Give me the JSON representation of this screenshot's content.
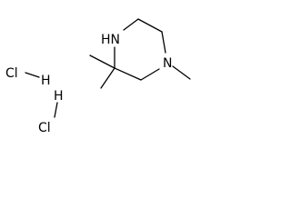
{
  "molecule": {
    "ring_atoms": {
      "nh": "HN",
      "n": "N"
    },
    "salt": {
      "hcl_1": {
        "cl": "Cl",
        "h": "H"
      },
      "hcl_2": {
        "cl": "Cl",
        "h": "H"
      }
    }
  },
  "colors": {
    "bond": "#000000",
    "text": "#000000",
    "background": "#ffffff"
  }
}
